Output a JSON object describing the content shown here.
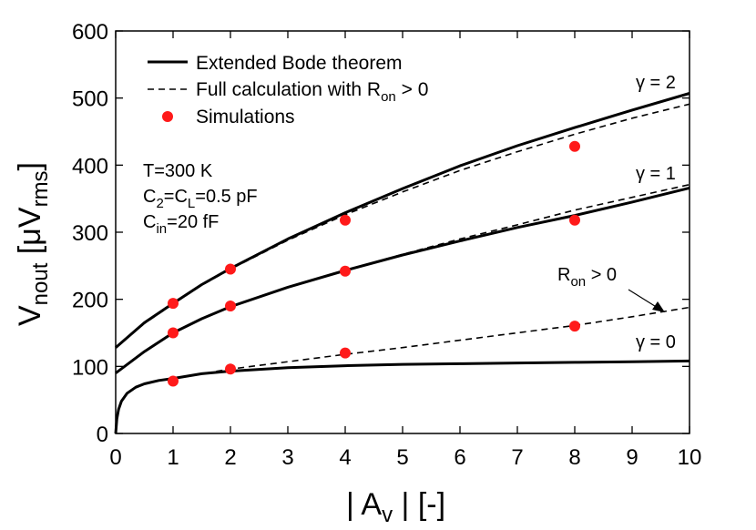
{
  "chart_data": {
    "type": "line",
    "xlabel": "| A",
    "xlabel_sub": "v",
    "xlabel_tail": " | [-]",
    "ylabel": "V",
    "ylabel_sub": "nout",
    "ylabel_tail": " [μV",
    "ylabel_sub2": "rms",
    "ylabel_close": "]",
    "xlim": [
      0,
      10
    ],
    "ylim": [
      0,
      600
    ],
    "xticks": [
      "0",
      "1",
      "2",
      "3",
      "4",
      "5",
      "6",
      "7",
      "8",
      "9",
      "10"
    ],
    "yticks": [
      "0",
      "100",
      "200",
      "300",
      "400",
      "500",
      "600"
    ],
    "legend_placement": "top-left",
    "legend": {
      "solid": "Extended Bode theorem",
      "dashed_prefix": "Full calculation with R",
      "dashed_sub": "on",
      "dashed_suffix": " > 0",
      "dots": "Simulations"
    },
    "notes": {
      "temperature": "T=300 K",
      "cap_prefix": "C",
      "cap_sub1": "2",
      "cap_mid": "=C",
      "cap_sub2": "L",
      "cap_value": "=0.5 pF",
      "cin_prefix": "C",
      "cin_sub": "in",
      "cin_value": "=20 fF"
    },
    "curve_labels": {
      "gamma2": "γ = 2",
      "gamma1": "γ = 1",
      "gamma0": "γ = 0",
      "ron_prefix": "R",
      "ron_sub": "on",
      "ron_suffix": " > 0"
    },
    "series": [
      {
        "style": "solid",
        "curve": "gamma2",
        "x": [
          0,
          0.5,
          1,
          1.5,
          2,
          3,
          4,
          5,
          6,
          7,
          8,
          9,
          10
        ],
        "y": [
          128,
          165,
          194,
          222,
          246,
          290,
          329,
          365,
          399,
          429,
          456,
          482,
          507
        ]
      },
      {
        "style": "dashed",
        "curve": "gamma2",
        "x": [
          0,
          0.5,
          1,
          1.5,
          2,
          3,
          4,
          5,
          6,
          7,
          8,
          9,
          10
        ],
        "y": [
          128,
          164,
          193,
          221,
          245,
          288,
          326,
          360,
          392,
          420,
          446,
          470,
          491
        ]
      },
      {
        "style": "solid",
        "curve": "gamma1",
        "x": [
          0,
          0.5,
          1,
          1.5,
          2,
          3,
          4,
          5,
          6,
          7,
          8,
          9,
          10
        ],
        "y": [
          90,
          122,
          150,
          171,
          189,
          218,
          243,
          266,
          287,
          307,
          325,
          345,
          366
        ]
      },
      {
        "style": "dashed",
        "curve": "gamma1",
        "x": [
          0,
          0.5,
          1,
          1.5,
          2,
          3,
          4,
          5,
          6,
          7,
          8,
          9,
          10
        ],
        "y": [
          90,
          122,
          150,
          171,
          189,
          218,
          243,
          267,
          290,
          311,
          333,
          352,
          371
        ]
      },
      {
        "style": "solid",
        "curve": "gamma0",
        "x": [
          0,
          0.02,
          0.05,
          0.1,
          0.2,
          0.35,
          0.5,
          0.75,
          1,
          1.5,
          2,
          3,
          4,
          5,
          6,
          7,
          8,
          9,
          10
        ],
        "y": [
          0,
          22,
          36,
          48,
          60,
          69,
          74,
          79,
          82,
          89,
          93,
          98,
          101,
          103,
          104,
          105,
          106,
          107,
          108
        ]
      },
      {
        "style": "dashed",
        "curve": "gamma0",
        "x": [
          1,
          1.5,
          2,
          3,
          4,
          5,
          6,
          7,
          8,
          9,
          10
        ],
        "y": [
          82,
          89,
          96,
          107,
          118,
          128,
          139,
          150,
          161,
          174,
          188
        ]
      }
    ],
    "simulations": {
      "x": [
        1,
        1,
        1,
        2,
        2,
        2,
        4,
        4,
        4,
        8,
        8,
        8
      ],
      "y": [
        194,
        150,
        78,
        245,
        190,
        96,
        318,
        242,
        120,
        428,
        318,
        160
      ]
    },
    "colors": {
      "line": "#000000",
      "dots": "#ff1a1a",
      "background": "#ffffff"
    }
  }
}
